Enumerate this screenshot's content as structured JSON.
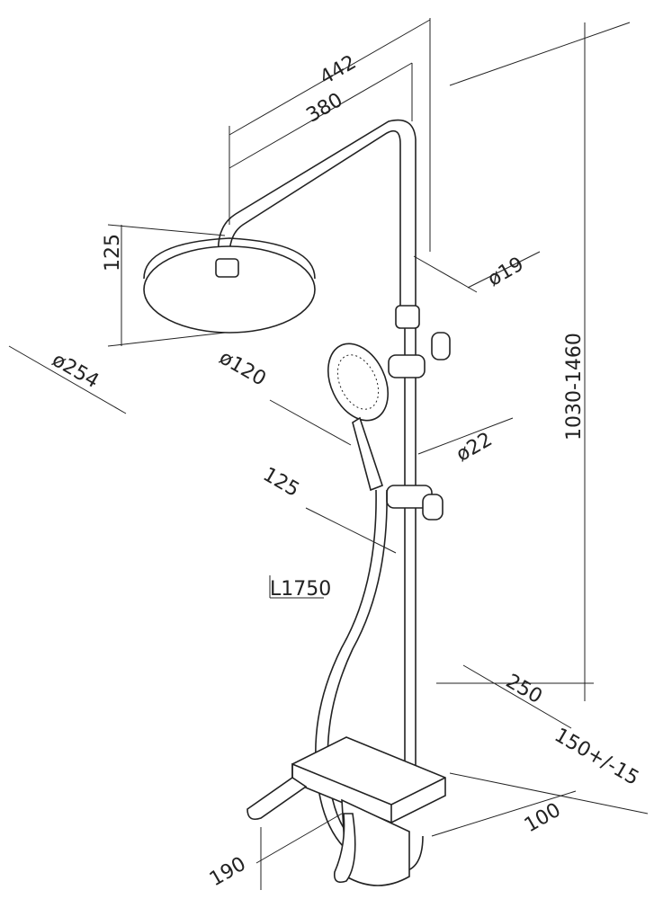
{
  "dimensions": {
    "total_width": "442",
    "arm_length": "380",
    "head_height": "125",
    "rail_diameter": "ø19",
    "head_diameter": "ø254",
    "hand_shower_diameter": "ø120",
    "holder_diameter": "ø22",
    "hand_offset": "125",
    "hose_length": "L1750",
    "height_range": "1030-1460",
    "shelf_depth": "250",
    "center_distance": "150+/-15",
    "mixer_depth": "100",
    "spout_length": "190"
  },
  "colors": {
    "line": "#222222",
    "background": "#ffffff"
  }
}
